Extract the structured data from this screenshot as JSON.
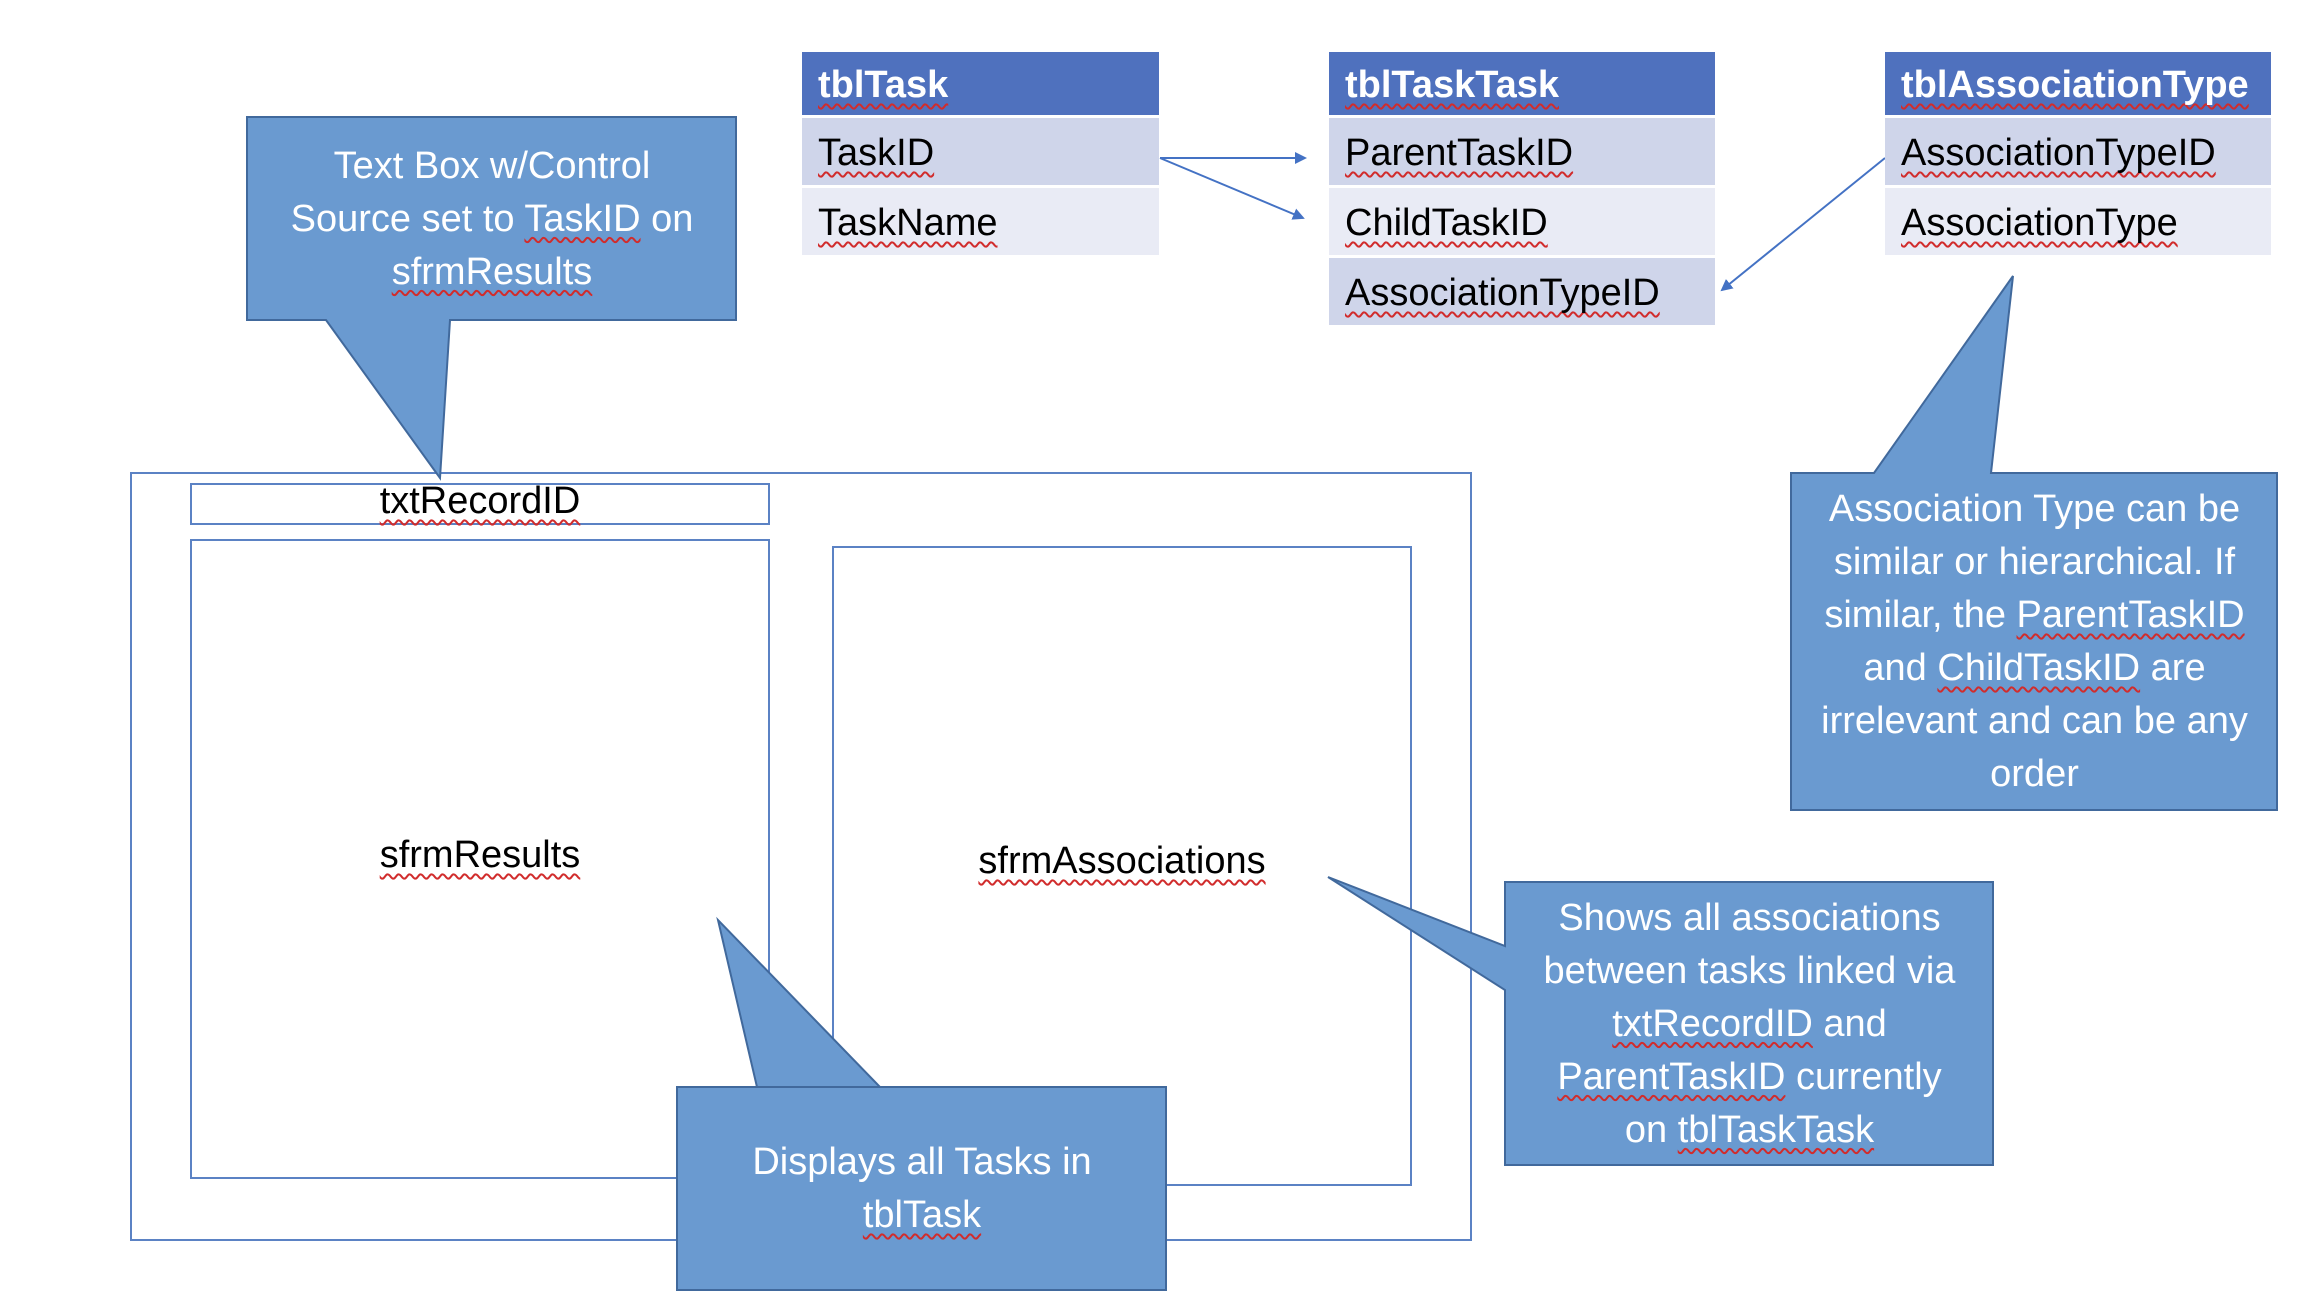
{
  "tables": {
    "task": {
      "header": "tblTask",
      "rows": [
        "TaskID",
        "TaskName"
      ]
    },
    "task_task": {
      "header": "tblTaskTask",
      "rows": [
        "ParentTaskID",
        "ChildTaskID",
        "AssociationTypeID"
      ]
    },
    "association_type": {
      "header": "tblAssociationType",
      "rows": [
        "AssociationTypeID",
        "AssociationType"
      ]
    }
  },
  "form": {
    "record_id_label": "txtRecordID",
    "results_label": "sfrmResults",
    "associations_label": "sfrmAssociations"
  },
  "callouts": {
    "textbox": [
      "Text Box w/Control",
      "Source set to ",
      "TaskID",
      " on",
      "sfrmResults"
    ],
    "association_type": [
      "Association Type can be",
      "similar or hierarchical. If",
      "similar, the ",
      "ParentTaskID",
      "and ",
      "ChildTaskID",
      " are",
      "irrelevant and can be any",
      "order"
    ],
    "associations": [
      "Shows all associations",
      "between tasks linked via",
      "txtRecordID",
      " and",
      "ParentTaskID",
      " currently",
      "on ",
      "tblTaskTask"
    ],
    "results": [
      "Displays all Tasks in",
      "tblTask"
    ]
  },
  "colors": {
    "callout_fill": "#6a9ad0",
    "callout_border": "#41699c",
    "header_fill": "#4f71be",
    "row_dark": "#cfd5ea",
    "row_light": "#e9ebf5",
    "frame_border": "#5b82c4",
    "squiggle": "#d12c2c"
  }
}
